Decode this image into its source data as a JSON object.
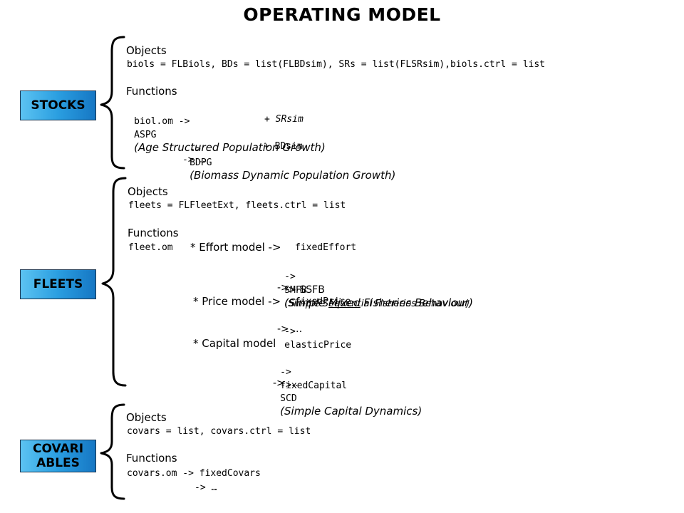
{
  "title": "OPERATING MODEL",
  "sections": {
    "stocks": {
      "label": "STOCKS",
      "objects_header": "Objects",
      "objects_text": "biols = FLBiols, BDs = list(FLBDsim), SRs = list(FLSRsim),biols.ctrl = list",
      "functions_header": "Functions",
      "biol_om": "biol.om ->",
      "aspg_code": "ASPG",
      "aspg_desc": "(Age Structured Population Growth)",
      "plus_srsim": "+ SRsim",
      "arrow2": "->",
      "bdpg_code": "BDPG",
      "bdpg_desc": "(Biomass Dynamic Population Growth)",
      "plus_bdsim": "+ BDsim",
      "arrow_more": "-> …"
    },
    "fleets": {
      "label": "FLEETS",
      "objects_header": "Objects",
      "objects_text": "fleets = FLFleetExt, fleets.ctrl = list",
      "functions_header": "Functions",
      "fleet_om": "fleet.om",
      "effort_model": "* Effort model ->",
      "fixed_effort": "fixedEffort",
      "arrow_smfb": "->",
      "smfb_code": "SMFB",
      "smfb_desc_1": "(Simple ",
      "smfb_desc_u": "Mixed",
      "smfb_desc_2": " Fisheries Behaviour)",
      "ssfb": "-> SSFB",
      "ssfb_desc": "(Simple Sequential Fisheries Behaviour)",
      "effort_more": "-> …",
      "price_model": "* Price model ->",
      "fixed_price": "fixedPrice",
      "arrow_elastic": "->",
      "elastic_price": "elasticPrice",
      "price_more": "-> …",
      "capital_model": "* Capital model",
      "arrow_fixed_capital": "->",
      "fixed_capital": "fixedCapital",
      "arrow_scd": "->",
      "scd_code": "SCD",
      "scd_desc": "(Simple Capital Dynamics)",
      "capital_more": "-> …"
    },
    "covariables": {
      "label_line1": "COVARI",
      "label_line2": "ABLES",
      "objects_header": "Objects",
      "objects_text": "covars = list, covars.ctrl = list",
      "functions_header": "Functions",
      "covars_om": "covars.om -> fixedCovars",
      "arrow_more": "-> …"
    }
  }
}
